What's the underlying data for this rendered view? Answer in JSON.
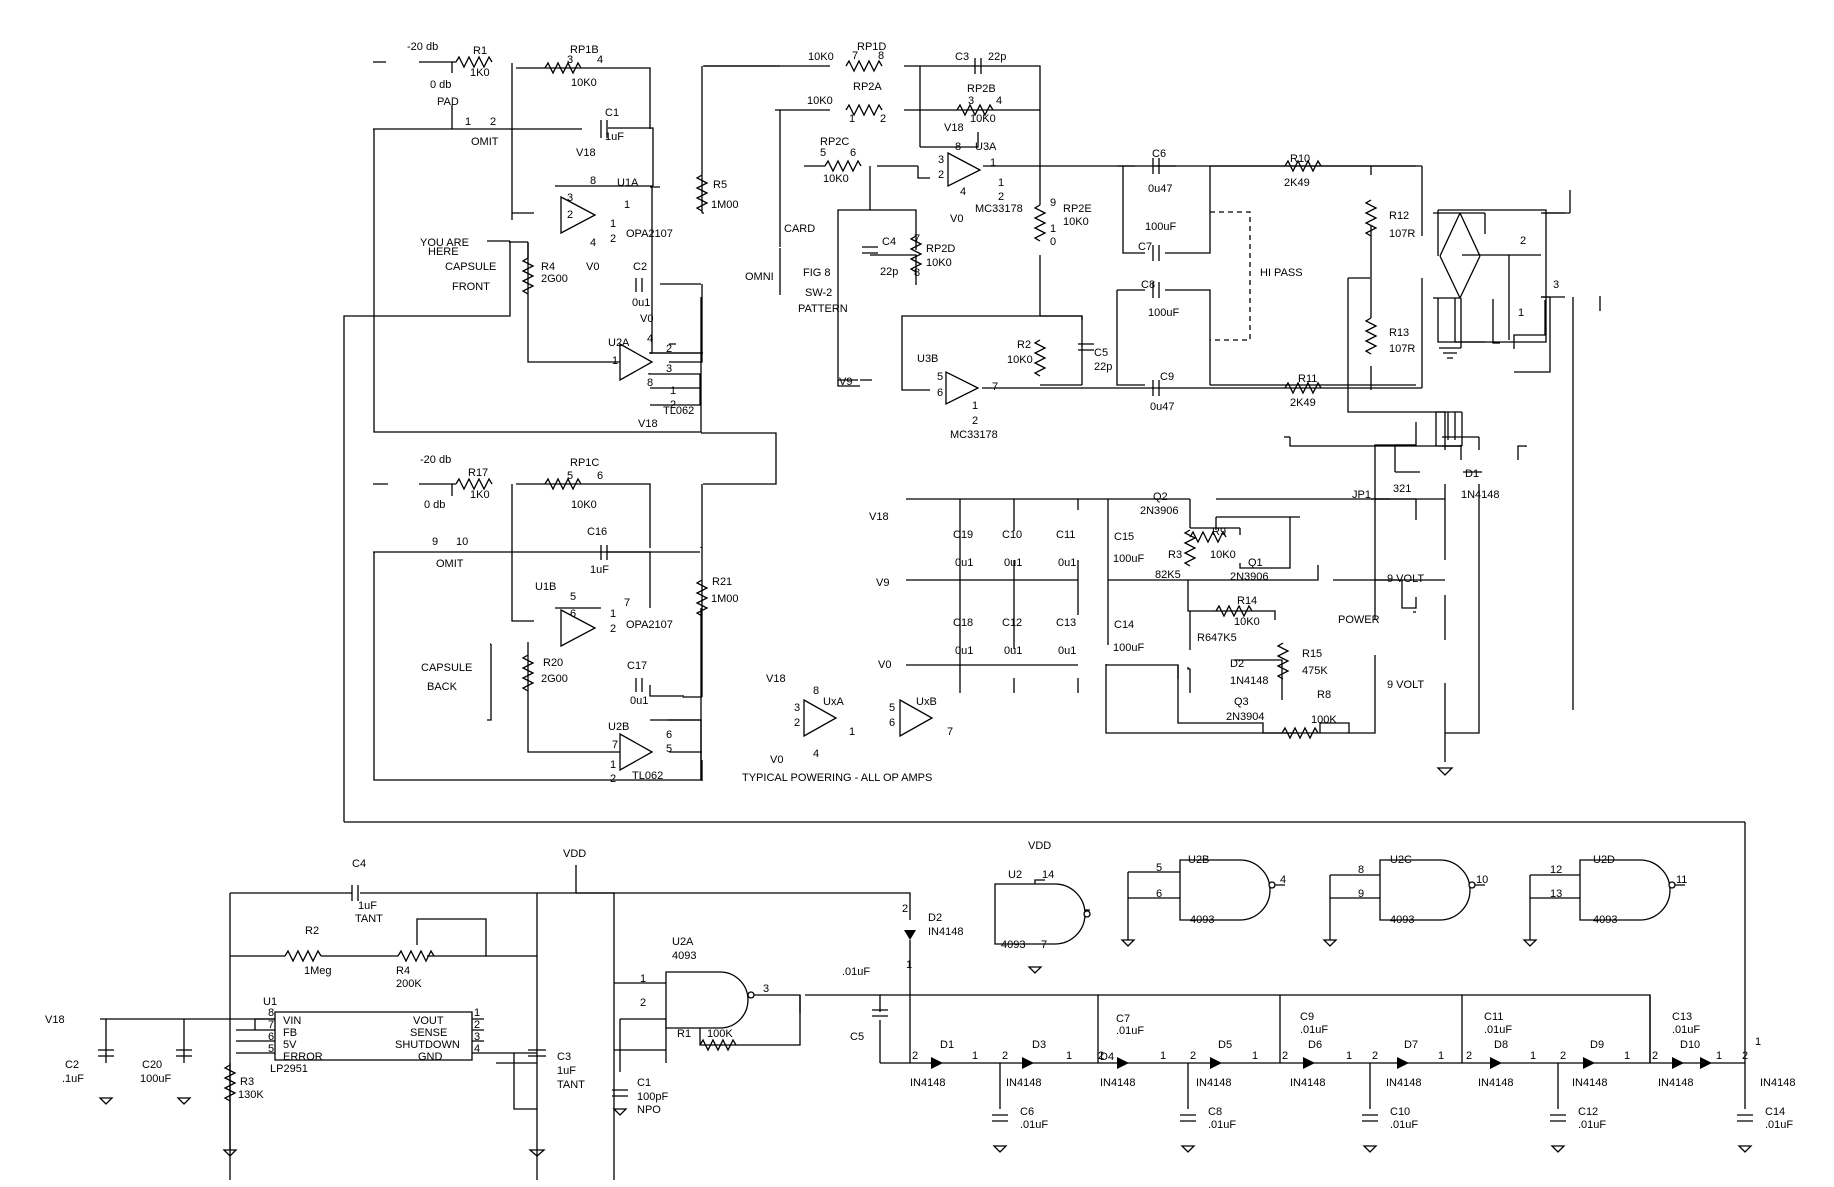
{
  "labels": {
    "t1": "-20 db",
    "t2": "R1",
    "t3": "1K0",
    "t4": "0 db",
    "t5": "PAD",
    "t6": "RP1B",
    "t7": "3",
    "t8": "4",
    "t9": "10K0",
    "t10": "1",
    "t11": "2",
    "t12": "OMIT",
    "t13": "C1",
    "t14": "1uF",
    "t15": "V18",
    "t16": "8",
    "t17": "U1A",
    "t18": "3",
    "t19": "2",
    "t20": "1",
    "t21": "1",
    "t22": "2",
    "t23": "OPA2107",
    "t24": "4",
    "t25": "V0",
    "t26": "R5",
    "t27": "1M00",
    "t28": "YOU ARE",
    "t29": "HERE",
    "t30": "CAPSULE",
    "t31": "FRONT",
    "t32": "R4",
    "t33": "2G00",
    "t34": "C2",
    "t35": "0u1",
    "t36": "V0",
    "t37": "4",
    "t38": "U2A",
    "t39": "1",
    "t40": "2",
    "t41": "3",
    "t42": "8",
    "t43": "V18",
    "t44": "1",
    "t45": "2",
    "t46": "TL062",
    "t47": "10K0",
    "t48": "RP1D",
    "t49": "7",
    "t50": "8",
    "t51": "C3",
    "t52": "22p",
    "t53": "10K0",
    "t54": "RP2A",
    "t55": "1",
    "t56": "2",
    "t57": "RP2B",
    "t58": "3",
    "t59": "4",
    "t60": "10K0",
    "t61": "V18",
    "t62": "8",
    "t63": "U3A",
    "t64": "RP2C",
    "t65": "5",
    "t66": "6",
    "t67": "10K0",
    "t68": "3",
    "t69": "2",
    "t70": "1",
    "t71": "4",
    "t72": "V0",
    "t73": "1",
    "t74": "2",
    "t75": "MC33178",
    "t76": "9",
    "t77": "RP2E",
    "t78": "10K0",
    "t79": "1",
    "t80": "0",
    "t81": "CARD",
    "t82": "OMNI",
    "t83": "FIG 8",
    "t84": "SW-2",
    "t85": "PATTERN",
    "t86": "C4",
    "t87": "22p",
    "t88": "7",
    "t89": "RP2D",
    "t90": "10K0",
    "t91": "8",
    "t92": "C6",
    "t93": "0u47",
    "t94": "R10",
    "t95": "2K49",
    "t96": "100uF",
    "t97": "C7",
    "t98": "HI PASS",
    "t99": "C8",
    "t100": "100uF",
    "t101": "R12",
    "t102": "107R",
    "t103": "R13",
    "t104": "107R",
    "t105": "2",
    "t106": "1",
    "t107": "3",
    "t108": "R2",
    "t109": "10K0",
    "t110": "C5",
    "t111": "22p",
    "t112": "U3B",
    "t113": "V9",
    "t114": "5",
    "t115": "6",
    "t116": "7",
    "t117": "1",
    "t118": "2",
    "t119": "MC33178",
    "t120": "C9",
    "t121": "0u47",
    "t122": "R11",
    "t123": "2K49",
    "t124": "-20 db",
    "t125": "R17",
    "t126": "1K0",
    "t127": "0 db",
    "t128": "RP1C",
    "t129": "5",
    "t130": "6",
    "t131": "10K0",
    "t132": "9",
    "t133": "10",
    "t134": "OMIT",
    "t135": "C16",
    "t136": "1uF",
    "t137": "U1B",
    "t138": "5",
    "t139": "6",
    "t140": "7",
    "t141": "1",
    "t142": "2",
    "t143": "OPA2107",
    "t144": "R21",
    "t145": "1M00",
    "t146": "CAPSULE",
    "t147": "BACK",
    "t148": "R20",
    "t149": "2G00",
    "t150": "C17",
    "t151": "0u1",
    "t152": "U2B",
    "t153": "7",
    "t154": "6",
    "t155": "5",
    "t156": "1",
    "t157": "2",
    "t158": "TL062",
    "t159": "V18",
    "t160": "C19",
    "t161": "0u1",
    "t162": "C10",
    "t163": "0u1",
    "t164": "C11",
    "t165": "0u1",
    "t166": "C15",
    "t167": "100uF",
    "t168": "V9",
    "t169": "C18",
    "t170": "0u1",
    "t171": "C12",
    "t172": "0u1",
    "t173": "C13",
    "t174": "0u1",
    "t175": "C14",
    "t176": "100uF",
    "t177": "V0",
    "t178": "Q2",
    "t179": "2N3906",
    "t180": "R9",
    "t181": "10K0",
    "t182": "R3",
    "t183": "82K5",
    "t184": "Q1",
    "t185": "2N3906",
    "t186": "R14",
    "t187": "10K0",
    "t188": "R6",
    "t189": "47K5",
    "t190": "D2",
    "t191": "1N4148",
    "t192": "Q3",
    "t193": "2N3904",
    "t194": "R15",
    "t195": "475K",
    "t196": "R8",
    "t197": "100K",
    "t198": "JP1",
    "t199": "321",
    "t200": "D1",
    "t201": "1N4148",
    "t202": "9 VOLT",
    "t203": "POWER",
    "t204": "9 VOLT",
    "t205": "V18",
    "t206": "8",
    "t207": "3",
    "t208": "2",
    "t209": "UxA",
    "t210": "1",
    "t211": "4",
    "t212": "V0",
    "t213": "5",
    "t214": "6",
    "t215": "UxB",
    "t216": "7",
    "t217": "TYPICAL POWERING - ALL OP AMPS",
    "b1": "C4",
    "b2": "1uF",
    "b3": "TANT",
    "b4": "VDD",
    "b5": "R2",
    "b6": "1Meg",
    "b7": "R4",
    "b8": "200K",
    "b9": "U1",
    "b10": "VIN",
    "b11": "FB",
    "b12": "5V",
    "b13": "ERROR",
    "b14": "LP2951",
    "b15": "VOUT",
    "b16": "SENSE",
    "b17": "SHUTDOWN",
    "b18": "GND",
    "b19": "8",
    "b20": "7",
    "b21": "6",
    "b22": "5",
    "b23": "1",
    "b24": "2",
    "b25": "3",
    "b26": "4",
    "b27": "V18",
    "b28": "C2",
    "b29": ".1uF",
    "b30": "C20",
    "b31": "100uF",
    "b32": "R3",
    "b33": "130K",
    "b34": "C3",
    "b35": "1uF",
    "b36": "TANT",
    "b37": "U2A",
    "b38": "4093",
    "b39": "1",
    "b40": "2",
    "b41": "3",
    "b42": "R1",
    "b43": "100K",
    "b44": "C1",
    "b45": "100pF",
    "b46": "NPO",
    "b47": ".01uF",
    "b48": "C5",
    "b49": "2",
    "b50": "D2",
    "b51": "IN4148",
    "b52": "1",
    "b53": "VDD",
    "b54": "U2",
    "b55": "14",
    "b56": "4093",
    "b57": "7",
    "b58": "U2B",
    "b59": "5",
    "b60": "6",
    "b61": "4",
    "b62": "4093",
    "b63": "U2C",
    "b64": "8",
    "b65": "9",
    "b66": "10",
    "b67": "4093",
    "b68": "U2D",
    "b69": "12",
    "b70": "13",
    "b71": "11",
    "b72": "4093",
    "b73": "C7",
    "b74": ".01uF",
    "b75": "C9",
    "b76": ".01uF",
    "b77": "C11",
    "b78": ".01uF",
    "b79": "C13",
    "b80": ".01uF",
    "b81": "C6",
    "b82": ".01uF",
    "b83": "C8",
    "b84": ".01uF",
    "b85": "C10",
    "b86": ".01uF",
    "b87": "C12",
    "b88": ".01uF",
    "b89": "C14",
    "b90": ".01uF",
    "b91": "D1",
    "b92": "D3",
    "b93": "D4",
    "b94": "D5",
    "b95": "D6",
    "b96": "D7",
    "b97": "D8",
    "b98": "D9",
    "b99": "D10",
    "b100": "IN4148",
    "b101": "IN4148",
    "b102": "IN4148",
    "b103": "IN4148",
    "b104": "IN4148",
    "b105": "IN4148",
    "b106": "IN4148",
    "b107": "IN4148",
    "b108": "IN4148",
    "b109": "IN4148",
    "b110": "2",
    "b111": "1",
    "b112": "2",
    "b113": "1",
    "b114": "2",
    "b115": "1",
    "b116": "2",
    "b117": "1",
    "b118": "2",
    "b119": "1",
    "b120": "2",
    "b121": "1",
    "b122": "2",
    "b123": "1",
    "b124": "2",
    "b125": "1",
    "b126": "2",
    "b127": "1",
    "b128": "2",
    "b129": "1"
  }
}
